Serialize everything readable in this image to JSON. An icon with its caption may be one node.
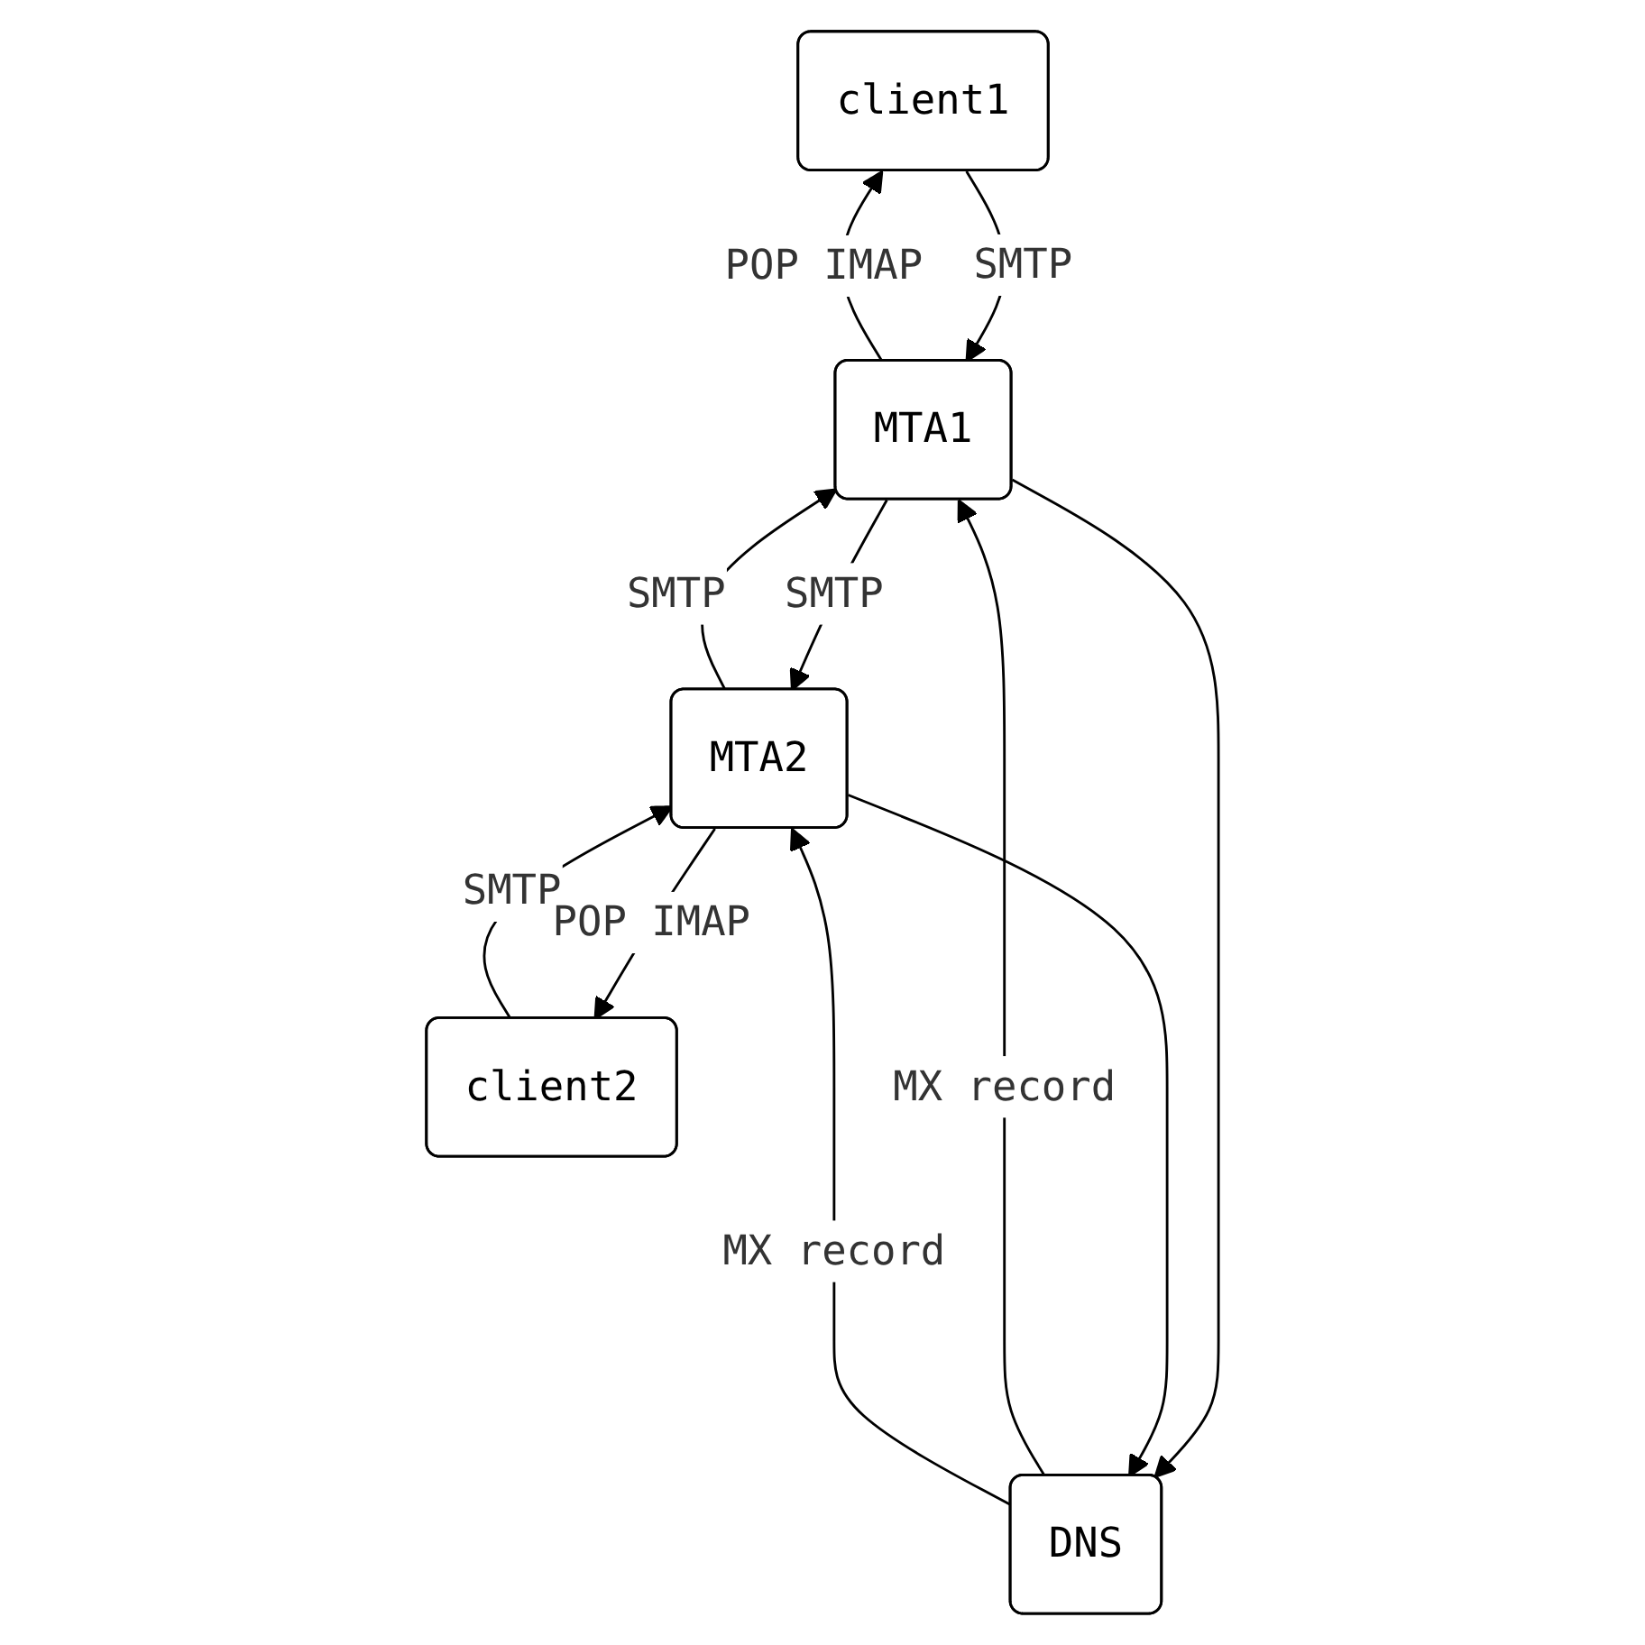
{
  "diagram": {
    "nodes": [
      {
        "text": [
          "client1"
        ]
      },
      {
        "text": [
          "MTA1"
        ]
      },
      {
        "text": [
          "MTA2"
        ]
      },
      {
        "text": [
          "client2"
        ]
      },
      {
        "text": [
          "DNS"
        ]
      }
    ],
    "edges": [
      {
        "from": 0,
        "to": 1,
        "arrow": "to",
        "label": "SMTP"
      },
      {
        "from": 1,
        "to": 0,
        "arrow": "to",
        "label": "POP IMAP"
      },
      {
        "from": 2,
        "to": 1,
        "arrow": "to",
        "label": "SMTP"
      },
      {
        "from": 1,
        "to": 2,
        "arrow": "to",
        "label": "SMTP"
      },
      {
        "from": 1,
        "to": 4,
        "arrow": "to"
      },
      {
        "from": 4,
        "to": 1,
        "arrow": "to",
        "label": "MX record"
      },
      {
        "from": 3,
        "to": 2,
        "arrow": "to",
        "label": "SMTP"
      },
      {
        "from": 2,
        "to": 3,
        "arrow": "to",
        "label": "POP IMAP"
      },
      {
        "from": 2,
        "to": 4,
        "arrow": "to"
      },
      {
        "from": 4,
        "to": 2,
        "arrow": "to",
        "label": "MX record"
      }
    ]
  }
}
